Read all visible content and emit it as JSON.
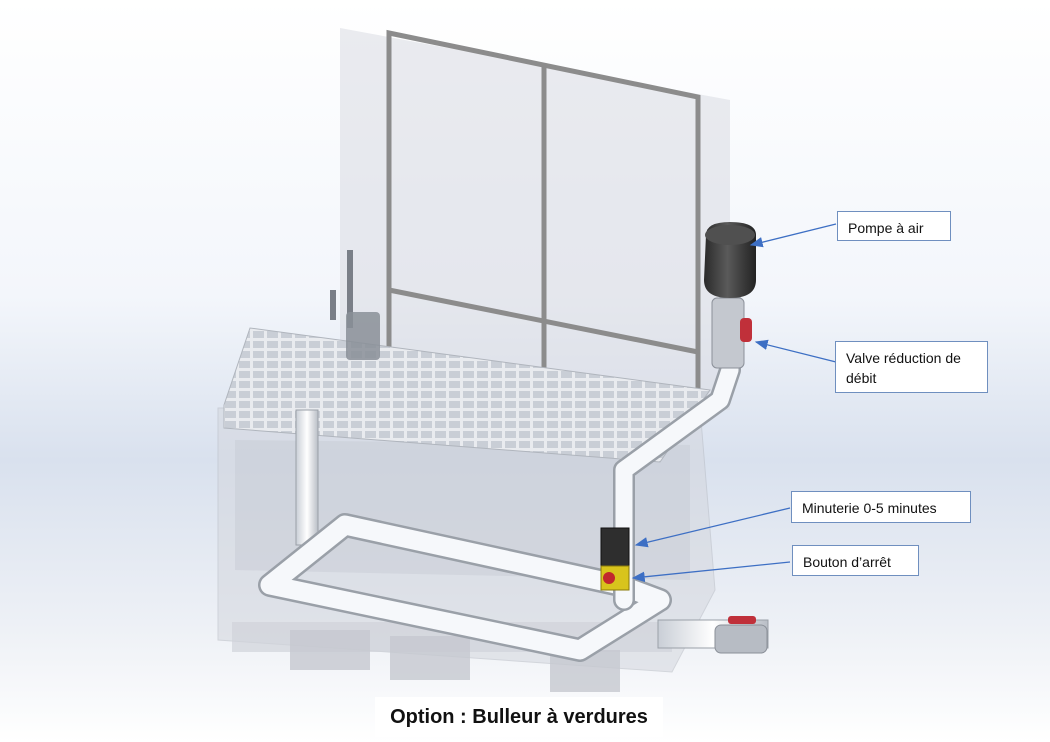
{
  "caption": "Option : Bulleur à verdures",
  "callouts": {
    "pump": "Pompe à air",
    "valve": "Valve réduction de débit",
    "timer": "Minuterie 0-5 minutes",
    "stop": "Bouton d’arrêt"
  },
  "colors": {
    "callout_border": "#6f8fbf",
    "arrow": "#3d6fc4",
    "pipe": "#f6f8fb",
    "pump_body": "#3f3f3f",
    "valve_handle": "#c0303a",
    "timer_body": "#2e2e2e",
    "button_housing": "#d8c41c",
    "stop_button": "#c1272d"
  }
}
